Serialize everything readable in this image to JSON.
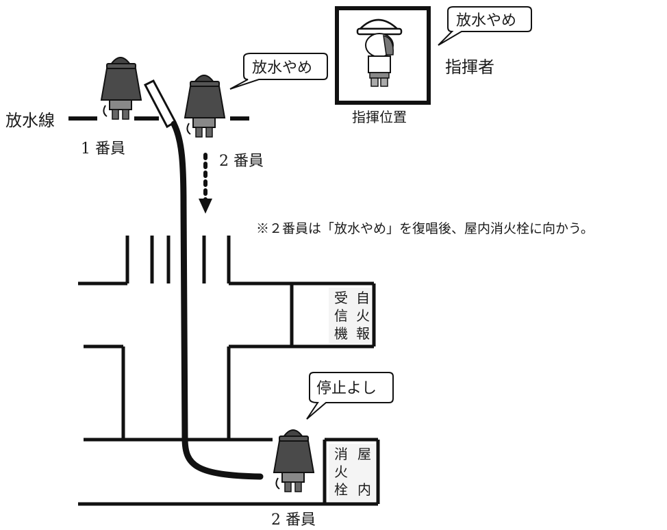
{
  "labels": {
    "water_line": "放水線",
    "member1": "1 番員",
    "member2_top": "2 番員",
    "member2_bottom": "2 番員",
    "commander": "指揮者",
    "command_position": "指揮位置",
    "note": "※２番員は「放水やめ」を復唱後、屋内消火栓に向かう。"
  },
  "speech": {
    "commander": "放水やめ",
    "member2_top": "放水やめ",
    "member2_bottom": "停止よし"
  },
  "fire_alarm_receiver": {
    "col_right": [
      "自",
      "火",
      "報"
    ],
    "col_left": [
      "受",
      "信",
      "機"
    ]
  },
  "indoor_hydrant": {
    "col_right": [
      "屋",
      "",
      "内"
    ],
    "col_left": [
      "消",
      "火",
      "栓"
    ]
  }
}
